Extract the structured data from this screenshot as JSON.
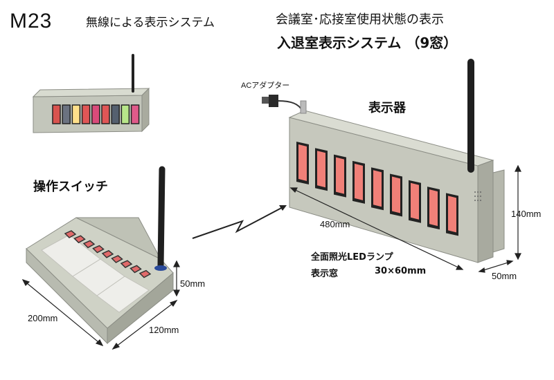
{
  "header": {
    "model": "M23",
    "subtitle": "無線による表示システム",
    "title_line1": "会議室･応接室使用状態の表示",
    "title_line2": "入退室表示システム （9窓）"
  },
  "small_display": {
    "lamp_colors": [
      "#d9534f",
      "#6b7280",
      "#ffe08a",
      "#e05656",
      "#d94b7a",
      "#e05656",
      "#55606f",
      "#b8e68a",
      "#e05a8a"
    ]
  },
  "switch": {
    "label": "操作スイッチ",
    "dimensions": {
      "width": "200mm",
      "depth": "120mm",
      "height": "50mm"
    }
  },
  "display": {
    "label": "表示器",
    "adapter_label": "ACアダプター",
    "dimensions": {
      "width": "480mm",
      "height": "140mm",
      "depth": "50mm"
    },
    "spec_line1": "全面照光LEDランプ",
    "spec_line2_label": "表示窓",
    "spec_line2_value": "30×60mm"
  },
  "colors": {
    "body": "#c9cbc0",
    "lamp_red": "#f08078",
    "lamp_frame": "#222222"
  }
}
